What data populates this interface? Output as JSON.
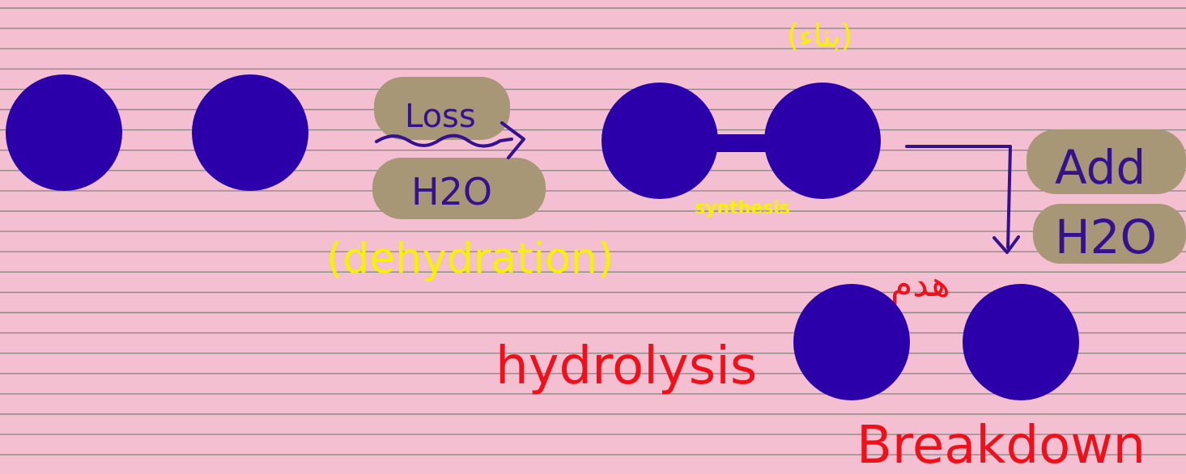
{
  "colors": {
    "background": "#f3bfd1",
    "rule_line": "#8d8a86",
    "molecule": "#2b00aa",
    "highlight": "#a89777",
    "ink_dark": "#35118f",
    "ink_yellow": "#f6f200",
    "ink_red": "#f0101a"
  },
  "labels": {
    "loss": "Loss",
    "h2o_left": "H2O",
    "dehydration": "(dehydration)",
    "synthesis": "synthesis",
    "arabic_build": "(بناء)",
    "add": "Add",
    "h2o_right": "H2O",
    "arabic_break": "هدم",
    "hydrolysis": "hydrolysis",
    "breakdown": "Breakdown"
  }
}
